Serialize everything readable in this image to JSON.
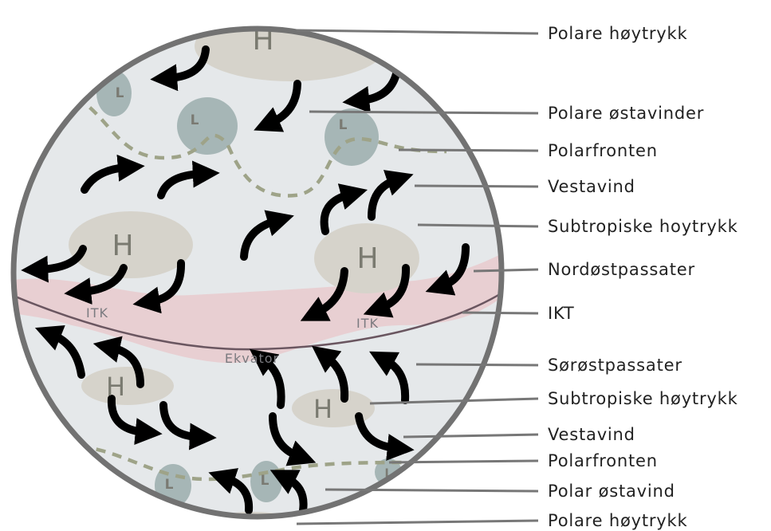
{
  "labels": [
    "Polare høytrykk",
    "Polare østavinder",
    "Polarfronten",
    "Vestavind",
    "Subtropiske hoytrykk",
    "Nordøstpassater",
    "IKT",
    "Sørøstpassater",
    "Subtropiske høytrykk",
    "Vestavind",
    "Polarfronten",
    "Polar østavind",
    "Polare høytrykk"
  ],
  "globe": {
    "high_letter": "H",
    "low_letter": "L",
    "zone_labels": [
      "ITK",
      "ITK",
      "Ekvator"
    ]
  },
  "colors": {
    "ocean": "#e5e8ea",
    "rim": "#727272",
    "high": "#d6d3cb",
    "low": "#a6b6b6",
    "itcz": "#e8cfd2",
    "front": "#9ea388",
    "arrow": "#000000",
    "leader": "#777777"
  }
}
